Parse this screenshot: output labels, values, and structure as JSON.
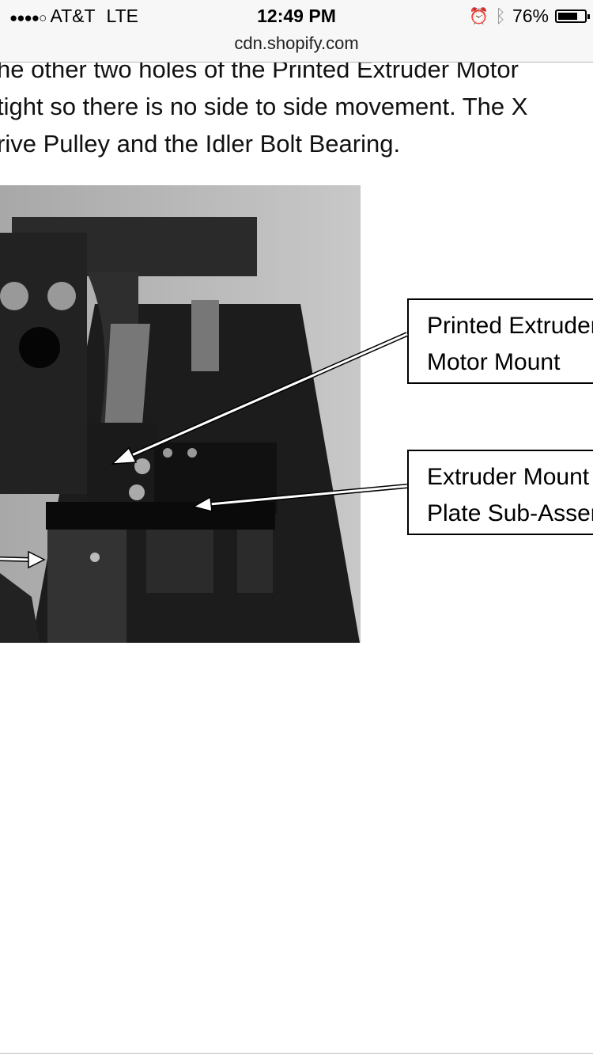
{
  "status_bar": {
    "signal": "●●●●○",
    "carrier": "AT&T",
    "network": "LTE",
    "time": "12:49 PM",
    "battery_percent": "76%",
    "battery_level": 0.76,
    "icons": [
      "alarm-icon",
      "bluetooth-icon",
      "battery-icon"
    ]
  },
  "browser": {
    "url": "cdn.shopify.com"
  },
  "content": {
    "lines": [
      "he other two holes of the Printed Extruder Motor",
      "tight so there is no side to side movement. The X",
      "rive Pulley and the Idler Bolt Bearing."
    ],
    "callouts": [
      {
        "line1": "Printed Extruder",
        "line2": "Motor Mount"
      },
      {
        "line1": "Extruder Mount",
        "line2": "Plate Sub-Assembly"
      }
    ]
  }
}
